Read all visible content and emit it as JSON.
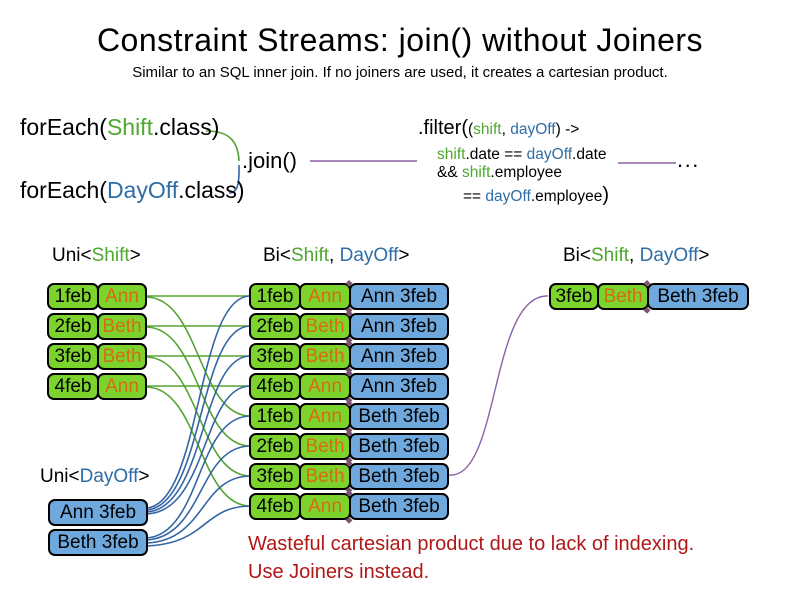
{
  "colors": {
    "shift_green": "#4EA72E",
    "dayoff_blue": "#2E6DA6",
    "box_green": "#7CD32E",
    "box_blue": "#6FA8DC",
    "name_orange": "#D96A10",
    "line_green": "#56A332",
    "line_blue": "#3465A4",
    "line_purple": "#8A62A8",
    "warning_red": "#B01818"
  },
  "header": {
    "title": "Constraint Streams: join() without Joiners",
    "subtitle": "Similar to an SQL inner join. If no joiners are used, it creates a cartesian product."
  },
  "code": {
    "foreach_shift": {
      "pre": "forEach(",
      "cls": "Shift",
      "post": ".class)"
    },
    "foreach_dayoff": {
      "pre": "forEach(",
      "cls": "DayOff",
      "post": ".class)"
    },
    "join": ".join()",
    "ellipsis": "...",
    "filter": {
      "open": ".filter(",
      "paren": "(",
      "arg1": "shift",
      "comma": ", ",
      "arg2": "dayOff",
      "arrow": ") ->",
      "l2_shift": "shift",
      "l2_mid": ".date == ",
      "l2_dayoff": "dayOff",
      "l2_end": ".date",
      "l3_and": "&& ",
      "l3_shift": "shift",
      "l3_end": ".employee",
      "l4_eq": "== ",
      "l4_dayoff": "dayOff",
      "l4_end": ".employee",
      "l4_close": ")"
    }
  },
  "labels": {
    "uni_shift": {
      "pre": "Uni<",
      "name": "Shift",
      "post": ">"
    },
    "bi_mid": {
      "pre": "Bi<",
      "s": "Shift",
      "comma": ", ",
      "d": "DayOff",
      "post": ">"
    },
    "bi_right": {
      "pre": "Bi<",
      "s": "Shift",
      "comma": ", ",
      "d": "DayOff",
      "post": ">"
    },
    "uni_dayoff": {
      "pre": "Uni<",
      "name": "DayOff",
      "post": ">"
    }
  },
  "shifts": [
    {
      "date": "1feb",
      "employee": "Ann"
    },
    {
      "date": "2feb",
      "employee": "Beth"
    },
    {
      "date": "3feb",
      "employee": "Beth"
    },
    {
      "date": "4feb",
      "employee": "Ann"
    }
  ],
  "dayoffs": [
    {
      "label": "Ann 3feb"
    },
    {
      "label": "Beth 3feb"
    }
  ],
  "pairs": [
    {
      "date": "1feb",
      "employee": "Ann",
      "dayoff": "Ann 3feb"
    },
    {
      "date": "2feb",
      "employee": "Beth",
      "dayoff": "Ann 3feb"
    },
    {
      "date": "3feb",
      "employee": "Beth",
      "dayoff": "Ann 3feb"
    },
    {
      "date": "4feb",
      "employee": "Ann",
      "dayoff": "Ann 3feb"
    },
    {
      "date": "1feb",
      "employee": "Ann",
      "dayoff": "Beth 3feb"
    },
    {
      "date": "2feb",
      "employee": "Beth",
      "dayoff": "Beth 3feb"
    },
    {
      "date": "3feb",
      "employee": "Beth",
      "dayoff": "Beth 3feb"
    },
    {
      "date": "4feb",
      "employee": "Ann",
      "dayoff": "Beth 3feb"
    }
  ],
  "result": {
    "date": "3feb",
    "employee": "Beth",
    "dayoff": "Beth 3feb"
  },
  "warning": {
    "line1": "Wasteful cartesian product due to lack of indexing.",
    "line2": "Use Joiners instead."
  }
}
